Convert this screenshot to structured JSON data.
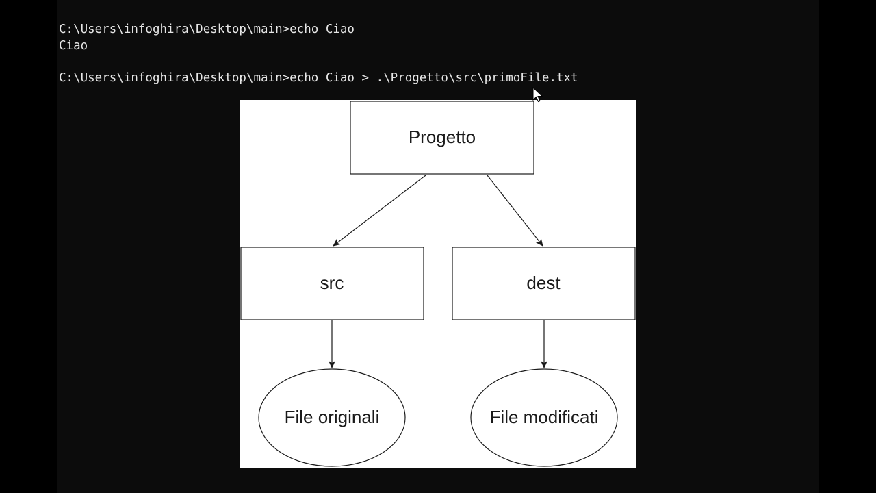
{
  "terminal": {
    "lines": [
      "C:\\Users\\infoghira\\Desktop\\main>echo Ciao",
      "Ciao",
      "C:\\Users\\infoghira\\Desktop\\main>echo Ciao > .\\Progetto\\src\\primoFile.txt"
    ]
  },
  "diagram": {
    "nodes": {
      "root": "Progetto",
      "src": "src",
      "dest": "dest",
      "originals": "File originali",
      "modified": "File modificati"
    }
  },
  "colors": {
    "terminal_bg": "#0c0c0c",
    "terminal_text": "#e6e6e6",
    "diagram_bg": "#ffffff",
    "diagram_stroke": "#1a1a1a"
  },
  "icons": {
    "cursor": "mouse-pointer-icon"
  }
}
